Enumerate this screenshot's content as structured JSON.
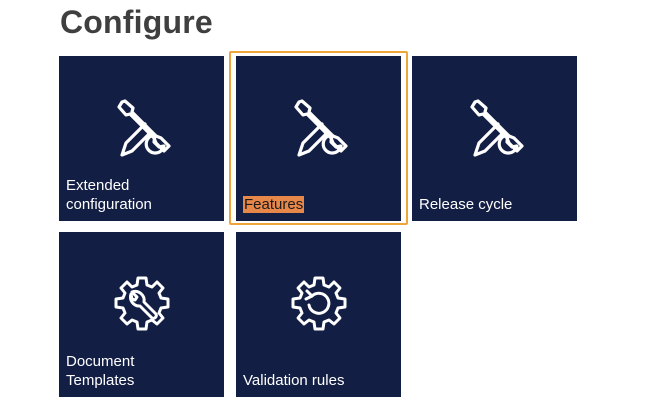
{
  "page": {
    "title": "Configure"
  },
  "tiles": [
    {
      "label": "Extended\nconfiguration",
      "icon": "tools-icon"
    },
    {
      "label": "Features",
      "icon": "tools-icon",
      "selected": true
    },
    {
      "label": "Release cycle",
      "icon": "tools-icon"
    },
    {
      "label": "Document\nTemplates",
      "icon": "gear-wrench-icon"
    },
    {
      "label": "Validation rules",
      "icon": "gear-refresh-icon"
    }
  ],
  "colors": {
    "tile_background": "#121e44",
    "selection_border": "#eda53c",
    "label_highlight": "#e8874a",
    "title_text": "#3f3f3f"
  }
}
